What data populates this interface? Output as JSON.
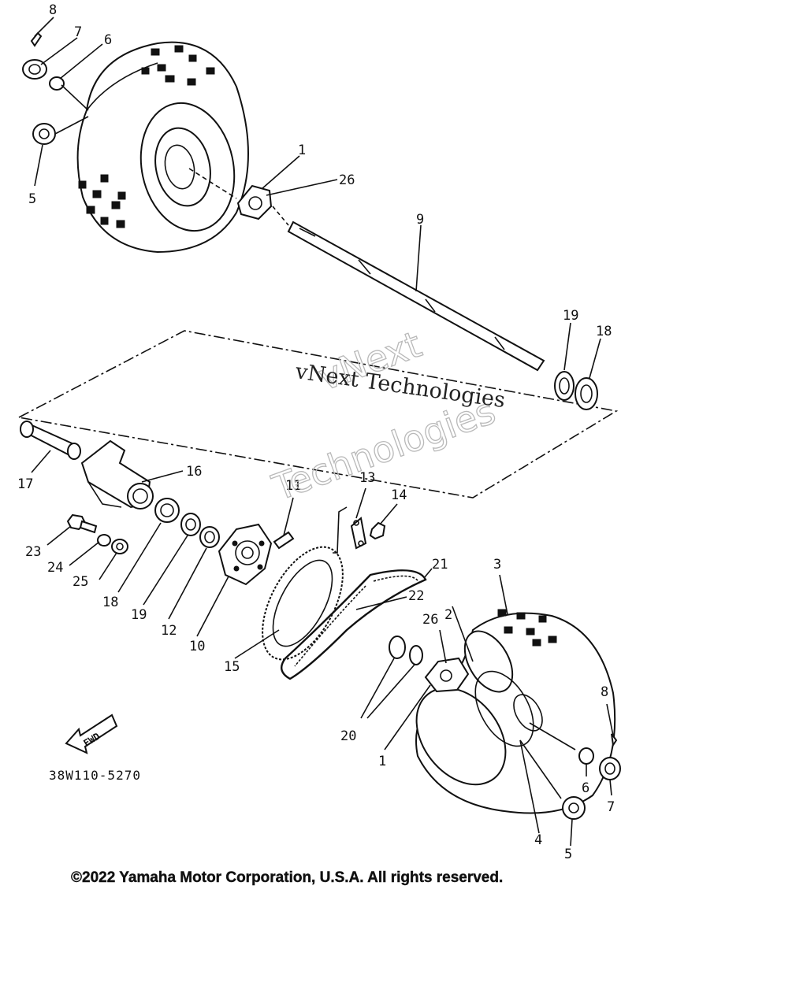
{
  "diagram": {
    "part_labels": [
      {
        "id": "lbl-8-top",
        "text": "8"
      },
      {
        "id": "lbl-7-top",
        "text": "7"
      },
      {
        "id": "lbl-6-top",
        "text": "6"
      },
      {
        "id": "lbl-5-top",
        "text": "5"
      },
      {
        "id": "lbl-1-top",
        "text": "1"
      },
      {
        "id": "lbl-26-top",
        "text": "26"
      },
      {
        "id": "lbl-9",
        "text": "9"
      },
      {
        "id": "lbl-19-right",
        "text": "19"
      },
      {
        "id": "lbl-18-right",
        "text": "18"
      },
      {
        "id": "lbl-17",
        "text": "17"
      },
      {
        "id": "lbl-16",
        "text": "16"
      },
      {
        "id": "lbl-11",
        "text": "11"
      },
      {
        "id": "lbl-13",
        "text": "13"
      },
      {
        "id": "lbl-14",
        "text": "14"
      },
      {
        "id": "lbl-21",
        "text": "21"
      },
      {
        "id": "lbl-3",
        "text": "3"
      },
      {
        "id": "lbl-22",
        "text": "22"
      },
      {
        "id": "lbl-26-bottom",
        "text": "26"
      },
      {
        "id": "lbl-2",
        "text": "2"
      },
      {
        "id": "lbl-23",
        "text": "23"
      },
      {
        "id": "lbl-24",
        "text": "24"
      },
      {
        "id": "lbl-25",
        "text": "25"
      },
      {
        "id": "lbl-18-left",
        "text": "18"
      },
      {
        "id": "lbl-19-left",
        "text": "19"
      },
      {
        "id": "lbl-12",
        "text": "12"
      },
      {
        "id": "lbl-10",
        "text": "10"
      },
      {
        "id": "lbl-15",
        "text": "15"
      },
      {
        "id": "lbl-20",
        "text": "20"
      },
      {
        "id": "lbl-1-bottom",
        "text": "1"
      },
      {
        "id": "lbl-8-bottom",
        "text": "8"
      },
      {
        "id": "lbl-6-bottom",
        "text": "6"
      },
      {
        "id": "lbl-7-bottom",
        "text": "7"
      },
      {
        "id": "lbl-4",
        "text": "4"
      },
      {
        "id": "lbl-5-bottom",
        "text": "5"
      }
    ],
    "fwd_label": "FWD",
    "diagram_code": "38W110-5270",
    "watermark_line1": "vNext Technologies",
    "watermark_line2a": "vNext",
    "watermark_line2b": "Technologies",
    "copyright": "©2022 Yamaha Motor Corporation, U.S.A. All rights reserved."
  }
}
